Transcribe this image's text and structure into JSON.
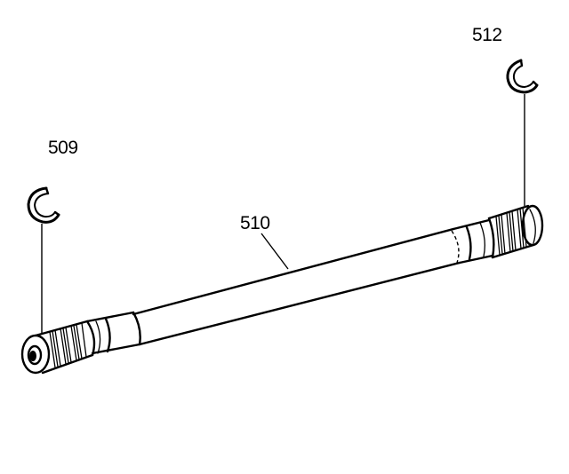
{
  "callouts": {
    "snap_ring_left": "509",
    "shaft": "510",
    "snap_ring_right": "512"
  },
  "colors": {
    "ink": "#000000",
    "background": "#ffffff"
  }
}
